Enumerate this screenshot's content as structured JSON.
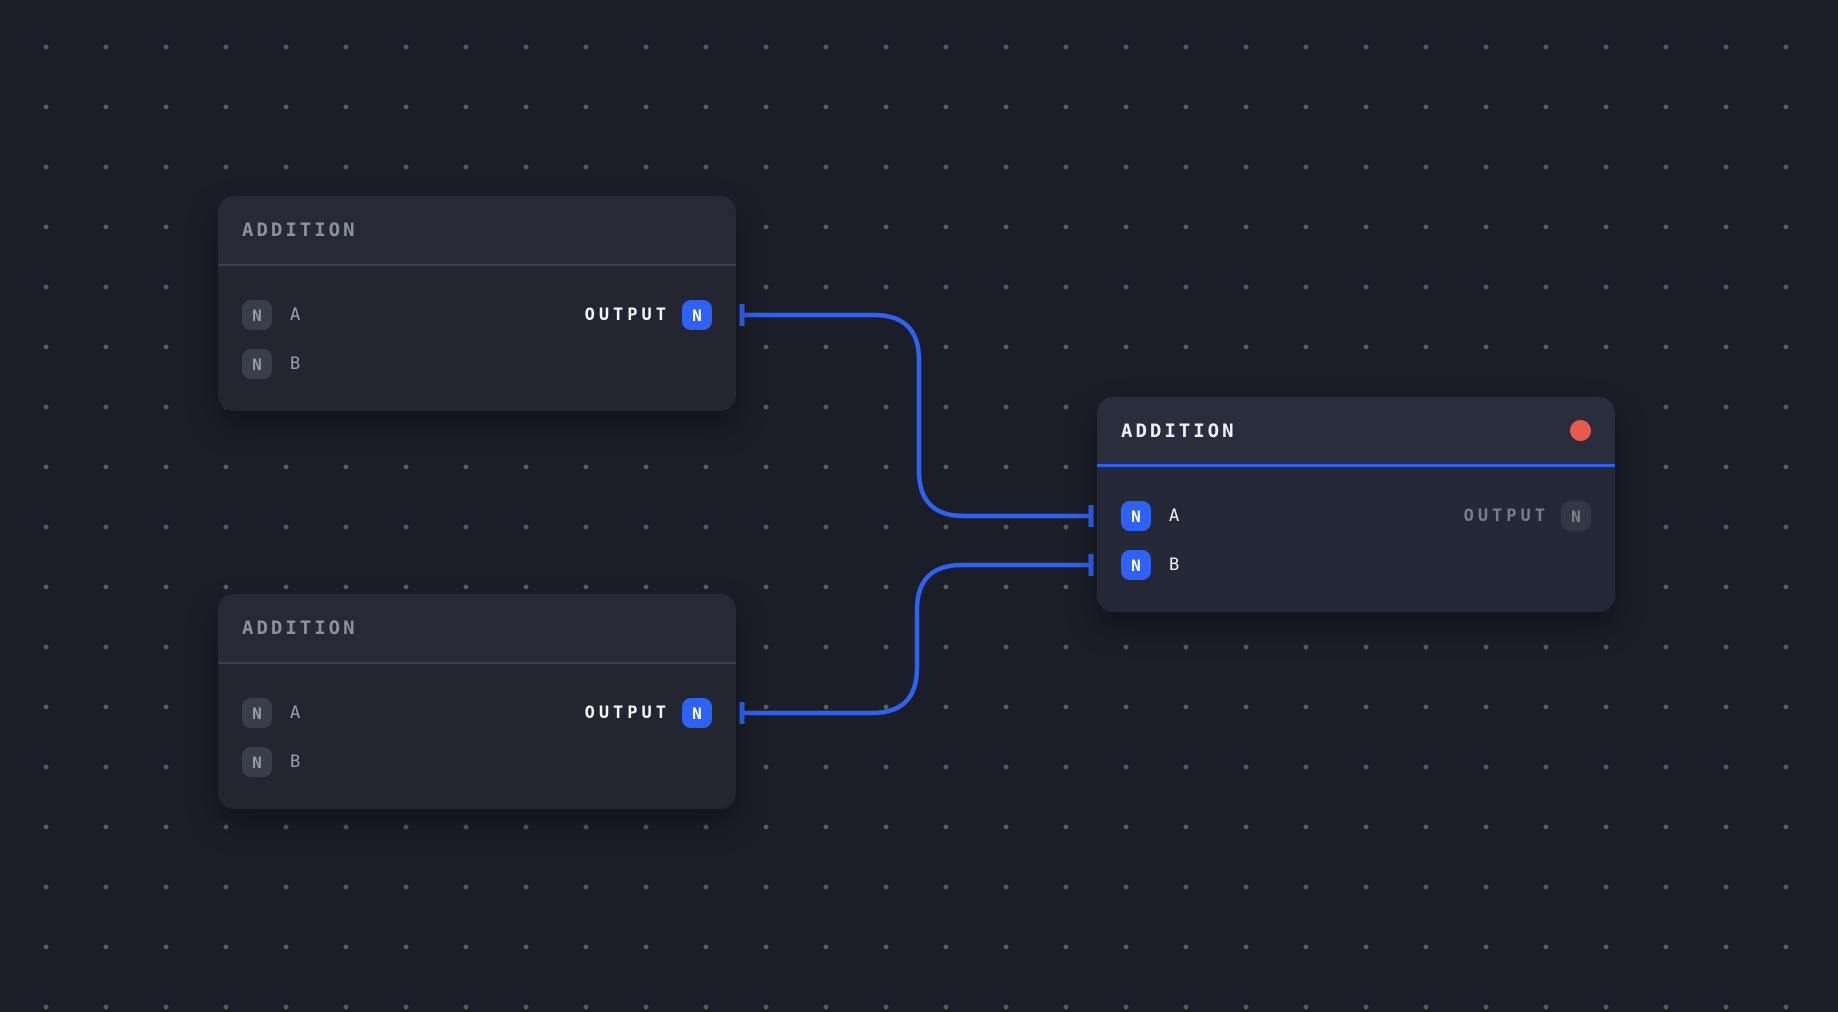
{
  "canvas": {
    "background_color": "#1b1e28",
    "grid_dot_color": "#5f6049"
  },
  "palette": {
    "accent_blue": "#2e62f4",
    "status_red": "#e85a4e",
    "node_body": "#232631",
    "node_header": "#272a36",
    "gray_badge_bg": "#3a3e4b"
  },
  "nodes": [
    {
      "id": "addition-1",
      "title": "ADDITION",
      "inputs": [
        {
          "badge": "N",
          "label": "A"
        },
        {
          "badge": "N",
          "label": "B"
        }
      ],
      "output": {
        "label": "OUTPUT",
        "badge": "N"
      },
      "selected": false
    },
    {
      "id": "addition-2",
      "title": "ADDITION",
      "inputs": [
        {
          "badge": "N",
          "label": "A"
        },
        {
          "badge": "N",
          "label": "B"
        }
      ],
      "output": {
        "label": "OUTPUT",
        "badge": "N"
      },
      "selected": false
    },
    {
      "id": "addition-3",
      "title": "ADDITION",
      "inputs": [
        {
          "badge": "N",
          "label": "A"
        },
        {
          "badge": "N",
          "label": "B"
        }
      ],
      "output": {
        "label": "OUTPUT",
        "badge": "N"
      },
      "selected": true,
      "status_indicator": "red-dot"
    }
  ],
  "connections": [
    {
      "from": "addition-1 output",
      "to": "addition-3 input A"
    },
    {
      "from": "addition-2 output",
      "to": "addition-3 input B"
    }
  ]
}
